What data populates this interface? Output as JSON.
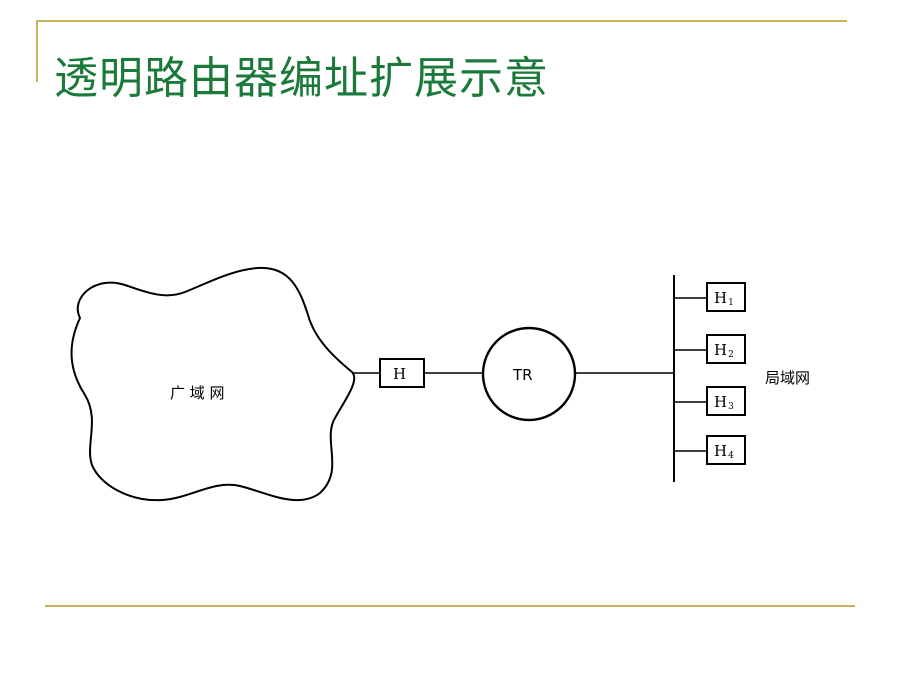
{
  "title": "透明路由器编址扩展示意",
  "diagram": {
    "wan_label": "广 域 网",
    "gateway_host": "H",
    "router": "TR",
    "lan_label": "局域网",
    "lan_hosts": [
      {
        "name": "H",
        "sub": "1"
      },
      {
        "name": "H",
        "sub": "2"
      },
      {
        "name": "H",
        "sub": "3"
      },
      {
        "name": "H",
        "sub": "4"
      }
    ]
  }
}
